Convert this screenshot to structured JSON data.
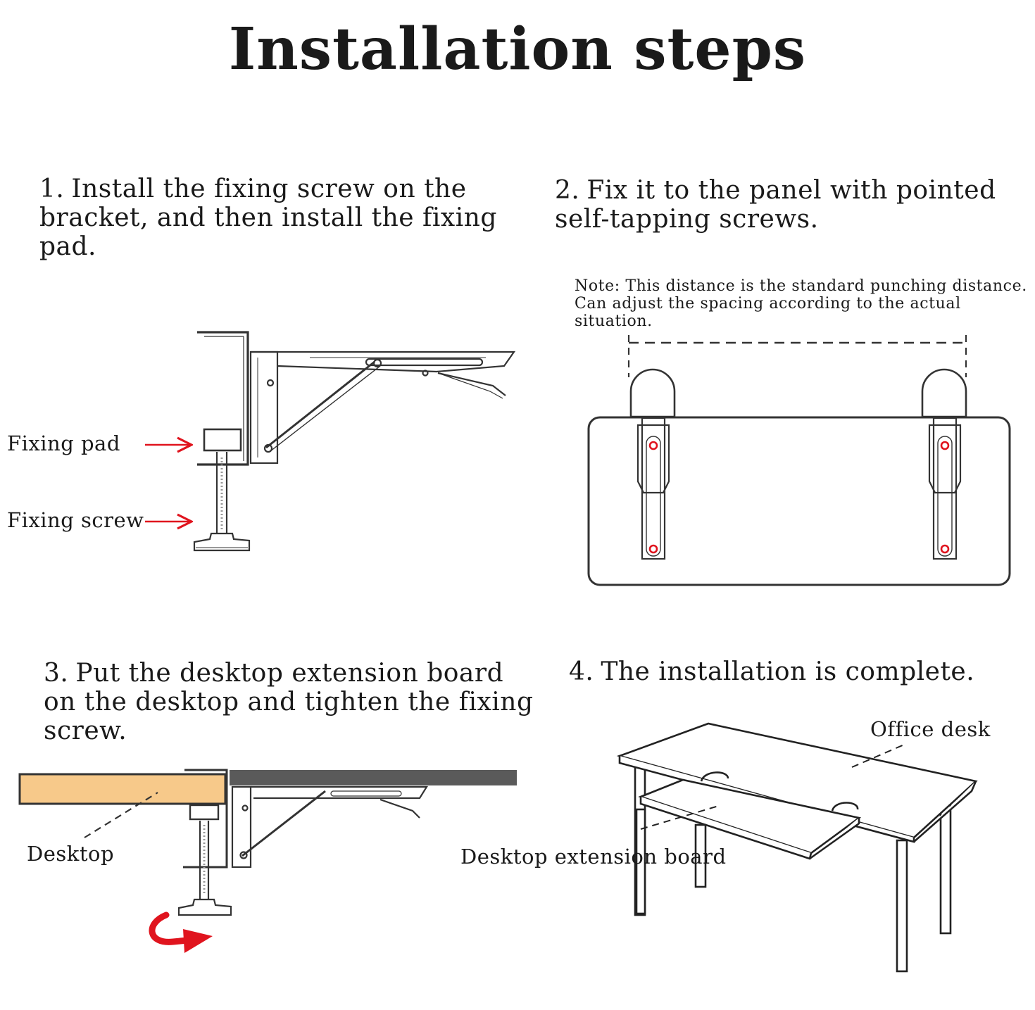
{
  "title": "Installation steps",
  "steps": [
    {
      "number": "1.",
      "text_lines": [
        "Install the fixing screw on the",
        "bracket, and then install the fixing",
        "pad."
      ],
      "labels": {
        "fixing_pad": "Fixing pad",
        "fixing_screw": "Fixing screw"
      }
    },
    {
      "number": "2.",
      "text_lines": [
        "Fix it to the panel with pointed",
        "self-tapping screws."
      ],
      "note_lines": [
        "Note: This distance is the standard punching distance.",
        "Can adjust the spacing according to the actual situation."
      ]
    },
    {
      "number": "3.",
      "text_lines": [
        "Put the desktop extension board",
        "on the desktop and tighten the fixing",
        "screw."
      ],
      "labels": {
        "desktop": "Desktop"
      }
    },
    {
      "number": "4.",
      "text_lines": [
        "The installation is complete."
      ],
      "labels": {
        "office_desk": "Office desk",
        "extension_board": "Desktop extension board"
      }
    }
  ],
  "colors": {
    "line": "#333333",
    "arrow_red": "#e0141e",
    "wood": "#f7c98a",
    "dark_board": "#5a5a5a"
  }
}
